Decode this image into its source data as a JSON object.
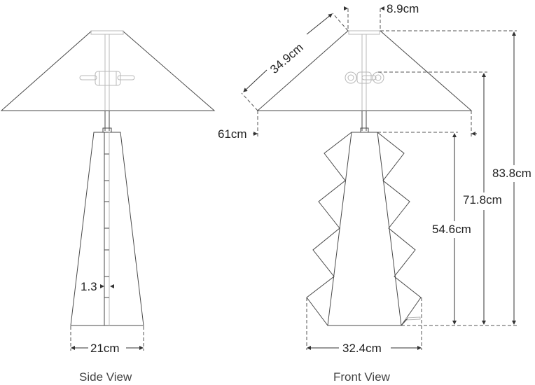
{
  "side_view": {
    "caption": "Side View",
    "dimensions": {
      "base_width": "21cm",
      "rod_width": "1.3"
    }
  },
  "front_view": {
    "caption": "Front View",
    "dimensions": {
      "shade_top_width": "8.9cm",
      "shade_slant": "34.9cm",
      "shade_bottom_width": "61cm",
      "overall_height": "83.8cm",
      "socket_height": "71.8cm",
      "base_height": "54.6cm",
      "base_width": "32.4cm"
    }
  },
  "colors": {
    "line": "#4a4a4a",
    "hardware": "#b8b8b8",
    "text": "#222222"
  }
}
